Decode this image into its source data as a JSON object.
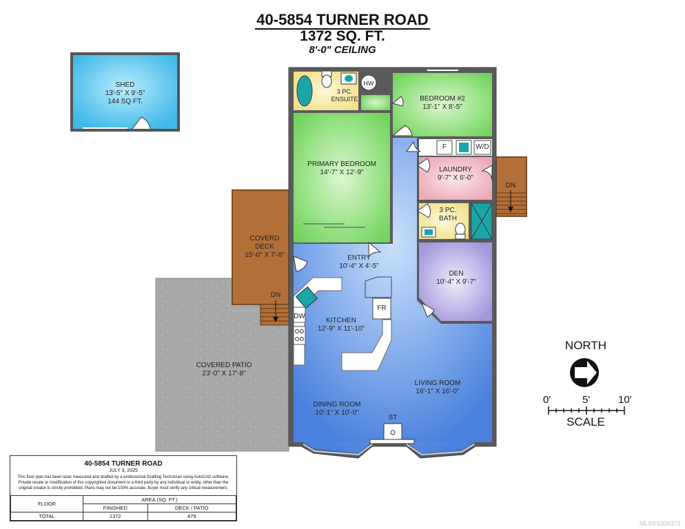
{
  "header": {
    "address": "40-5854 TURNER ROAD",
    "area": "1372 SQ. FT.",
    "ceiling": "8'-0\" CEILING"
  },
  "rooms": {
    "shed": {
      "name": "SHED",
      "dims": "13'-5\" X 9'-5\"",
      "area": "144 SQ FT."
    },
    "ensuite": {
      "name": "3 PC.",
      "name2": "ENSUITE"
    },
    "hw": "HW",
    "bedroom2": {
      "name": "BEDROOM #2",
      "dims": "13'-1\" X 8'-5\""
    },
    "primary": {
      "name": "PRIMARY BEDROOM",
      "dims": "14'-7\" X 12'-9\""
    },
    "laundry": {
      "name": "LAUNDRY",
      "dims": "9'-7\" X 6'-0\"",
      "f": "F",
      "wd": "W/D"
    },
    "bath": {
      "name": "3 PC.",
      "name2": "BATH"
    },
    "deck": {
      "name": "COVERD",
      "name2": "DECK",
      "dims": "15'-0\" X 7'-6\"",
      "dn": "DN"
    },
    "entry": {
      "name": "ENTRY",
      "dims": "10'-4\" X 4'-5\""
    },
    "den": {
      "name": "DEN",
      "dims": "10'-4\" X 9'-7\""
    },
    "kitchen": {
      "name": "KITCHEN",
      "dims": "12'-9\" X 11'-10\"",
      "dw": "DW",
      "fr": "FR"
    },
    "patio": {
      "name": "COVERED PATIO",
      "dims": "23'-0\" X 17'-8\""
    },
    "living": {
      "name": "LIVING ROOM",
      "dims": "16'-1\" X 16'-0\""
    },
    "dining": {
      "name": "DINING ROOM",
      "dims": "10'-1\" X 10'-0\""
    },
    "stove": "ST",
    "stair_dn": "DN"
  },
  "compass": {
    "label": "NORTH"
  },
  "scale": {
    "label": "SCALE",
    "ticks": [
      "0'",
      "5'",
      "10'"
    ]
  },
  "info_block": {
    "title": "40-5854 TURNER ROAD",
    "date": "JULY 3, 2025",
    "disclaimer": "This floor plan has been laser measured and drafted by a professional Drafting Technician using AutoCAD software. Private resale or modification of this copyrighted document to a third party by any individual or entity, other than the original creator is strictly prohibited. Plans may not be 100% accurate. Buyer must verify any critical measurement.",
    "col_floor": "FLOOR",
    "col_area": "AREA (SQ. FT.)",
    "col_finished": "FINISHED",
    "col_deck": "DECK / PATIO",
    "row_label": "TOTAL",
    "finished_value": "1372",
    "deck_value": "479"
  },
  "watermark": "MLS®1006371",
  "colors": {
    "wall": "#5a5a5a",
    "shed": "#56c8ee",
    "green": "#8ee07c",
    "laundry": "#f3c2cc",
    "bath": "#f7eba8",
    "deck": "#b26f38",
    "patio": "#a9a9a9",
    "den": "#b8aee2",
    "living": "#5e92e6",
    "teal": "#17a6a6"
  }
}
